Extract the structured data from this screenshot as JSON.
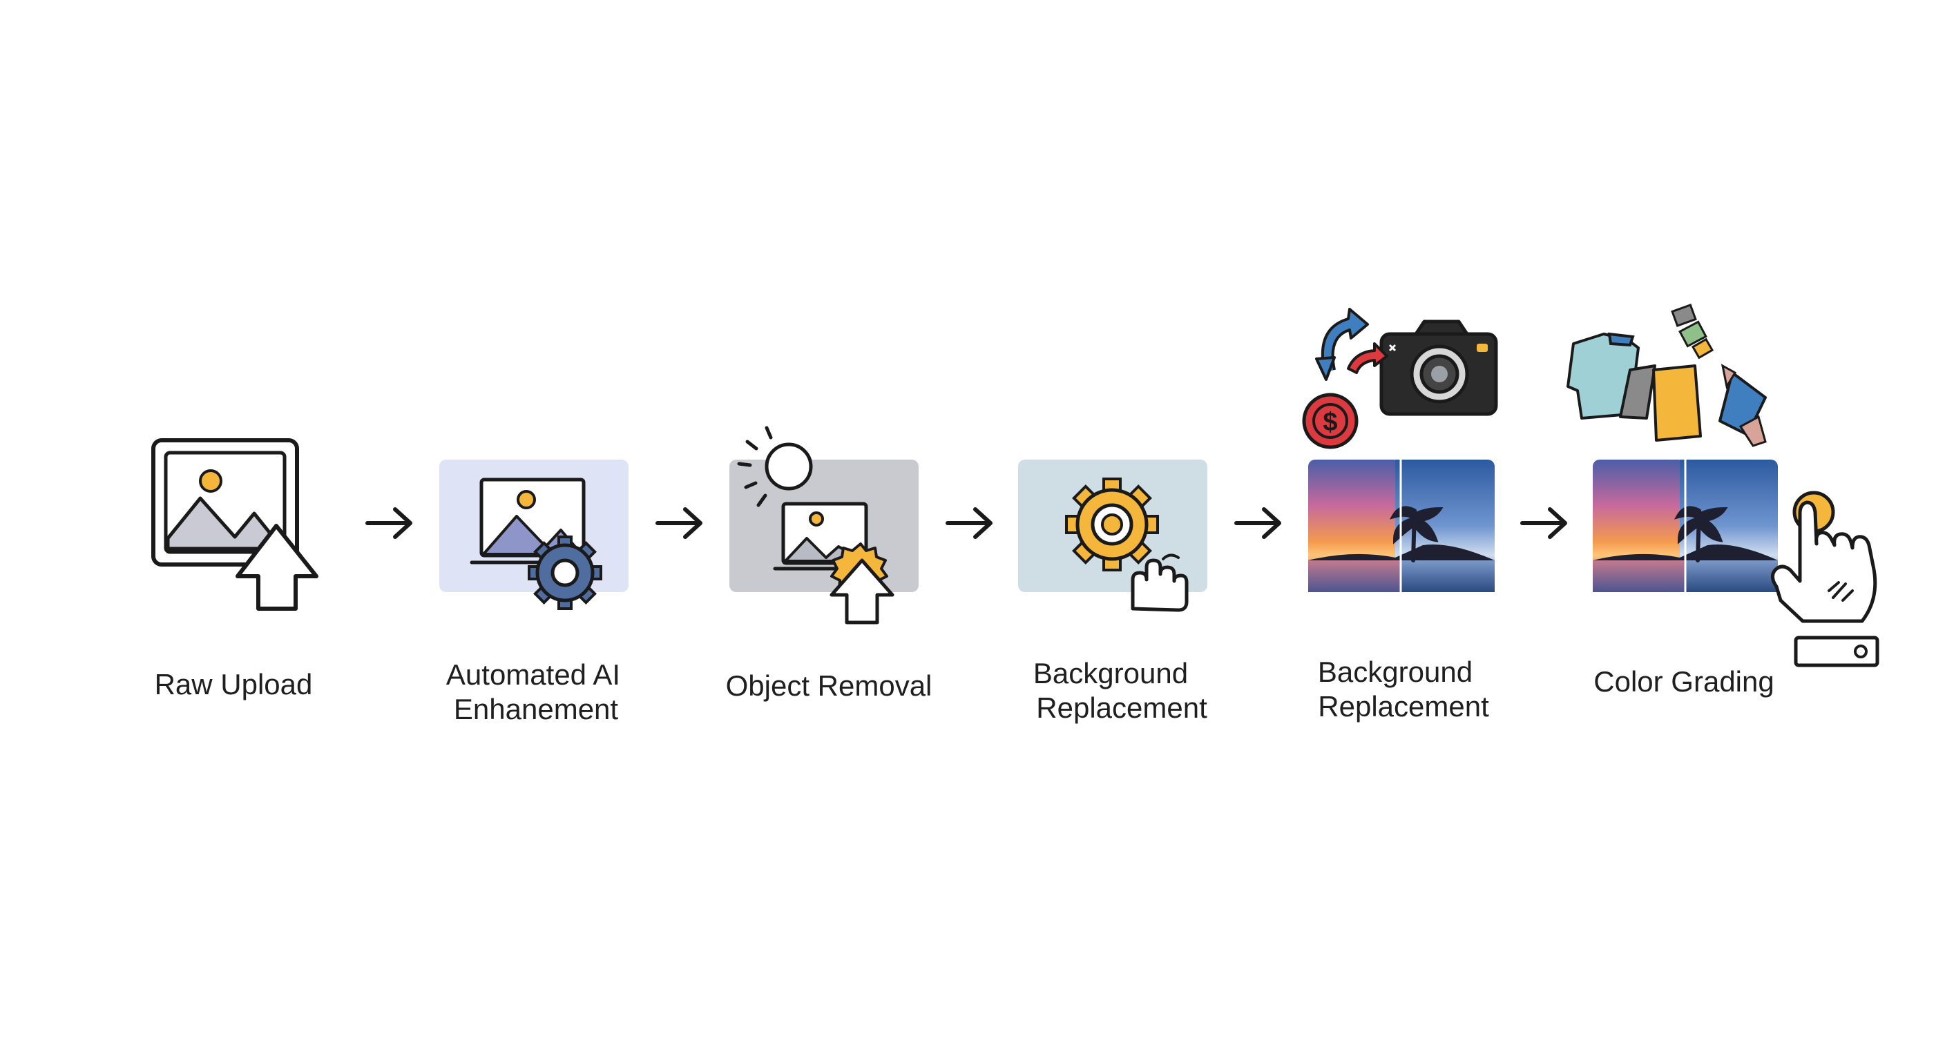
{
  "steps": [
    {
      "label_lines": [
        "Raw Upload"
      ],
      "icon": "image-upload-icon"
    },
    {
      "label_lines": [
        "Automated AI",
        "Enhanement"
      ],
      "icon": "image-gear-icon"
    },
    {
      "label_lines": [
        "Object Removal"
      ],
      "icon": "image-erase-icon"
    },
    {
      "label_lines": [
        "Background",
        "Replacement"
      ],
      "icon": "gear-hand-icon"
    },
    {
      "label_lines": [
        "Background",
        "Replacement"
      ],
      "icon": "sunset-split-camera-icon"
    },
    {
      "label_lines": [
        "Color Grading"
      ],
      "icon": "sunset-split-tap-icon"
    }
  ],
  "connector": "arrow-right-icon",
  "colors": {
    "stroke": "#1a1a1a",
    "accent_yellow": "#f5b63c",
    "gear_blue": "#4f6d9f",
    "panel_lavender": "#dfe3f6",
    "panel_grey": "#c9cad0",
    "panel_bluegrey": "#cfdde5",
    "coin_red": "#dc3a3f",
    "arrow_blue": "#3f7fc0"
  }
}
